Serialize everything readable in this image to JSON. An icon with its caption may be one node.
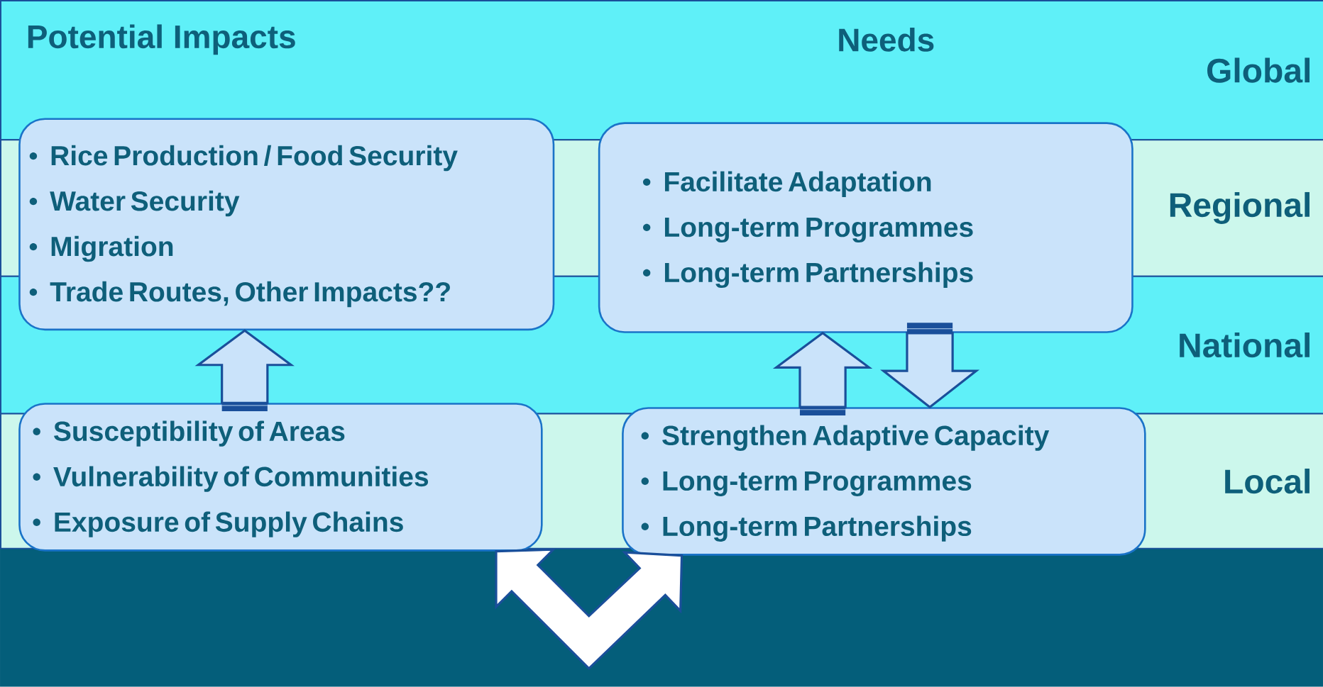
{
  "diagram": {
    "nodes": [
      {
        "text": [
          "Global"
        ]
      },
      {
        "text": [
          "Regional"
        ]
      },
      {
        "text": [
          "National"
        ]
      },
      {
        "text": [
          "Local"
        ]
      },
      {
        "text": [
          "Rice Production / Food Security",
          "Water Security",
          "Migration",
          "Trade Routes, Other Impacts??"
        ]
      },
      {
        "text": [
          "Facilitate Adaptation",
          "Long-term Programmes",
          "Long-term Partnerships"
        ]
      },
      {
        "text": [
          "Susceptibility of Areas",
          "Vulnerability of Communities",
          "Exposure of Supply Chains"
        ]
      },
      {
        "text": [
          "Strengthen Adaptive Capacity",
          "Long-term Programmes",
          "Long-term Partnerships"
        ]
      }
    ],
    "edges": [
      {
        "from": 6,
        "to": 4,
        "arrow": "to"
      },
      {
        "from": 7,
        "to": 5,
        "arrow": "to"
      },
      {
        "from": 5,
        "to": 7,
        "arrow": "to"
      },
      {
        "from": 6,
        "to": 7,
        "arrow": "both",
        "color": "#ffffff"
      }
    ],
    "labels": [
      "Potential Impacts",
      "Needs"
    ]
  }
}
